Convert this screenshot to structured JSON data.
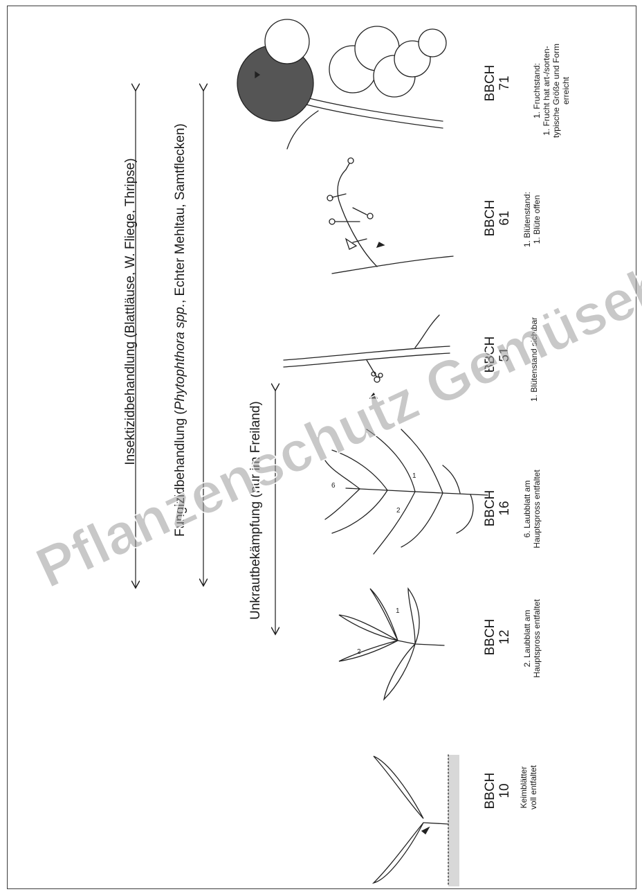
{
  "treatments": {
    "insecticide": "Insektizidbehandlung (Blattläuse,  W. Fliege, Thripse)",
    "fungicide_prefix": "Fungizidbehandlung (",
    "fungicide_italic": "Phytophthora spp.",
    "fungicide_suffix": ", Echter Mehltau, Samtflecken)",
    "herbicide": "Unkrautbekämpfung (nur im Freiland)"
  },
  "stages": [
    {
      "code": "BBCH",
      "num": "10",
      "line1": "Keimblätter",
      "line2": "voll entfaltet",
      "line3": ""
    },
    {
      "code": "BBCH",
      "num": "12",
      "line1": "2. Laubblatt am",
      "line2": "Hauptspross entfaltet",
      "line3": ""
    },
    {
      "code": "BBCH",
      "num": "16",
      "line1": "6. Laubblatt am",
      "line2": "Hauptspross entfaltet",
      "line3": ""
    },
    {
      "code": "BBCH",
      "num": "51",
      "line1": "1. Blütenstand sichtbar",
      "line2": "",
      "line3": ""
    },
    {
      "code": "BBCH",
      "num": "61",
      "line1": "1. Blütenstand:",
      "line2": "1. Blüte offen",
      "line3": ""
    },
    {
      "code": "BBCH",
      "num": "71",
      "line1": "1. Fruchtstand:",
      "line2": "1. Frucht hat art-/sorten-",
      "line3": "typische Größe und Form",
      "line4": "erreicht"
    }
  ],
  "plant_labels": {
    "bbch12_leaf1": "1",
    "bbch12_leaf2": "2",
    "bbch16_leaf1": "1",
    "bbch16_leaf2": "2",
    "bbch16_leaf6": "6"
  },
  "watermark": "Pflanzenschutz Gemüsebau",
  "colors": {
    "ink": "#1a1a1a",
    "watermark": "#9a9a9a"
  }
}
